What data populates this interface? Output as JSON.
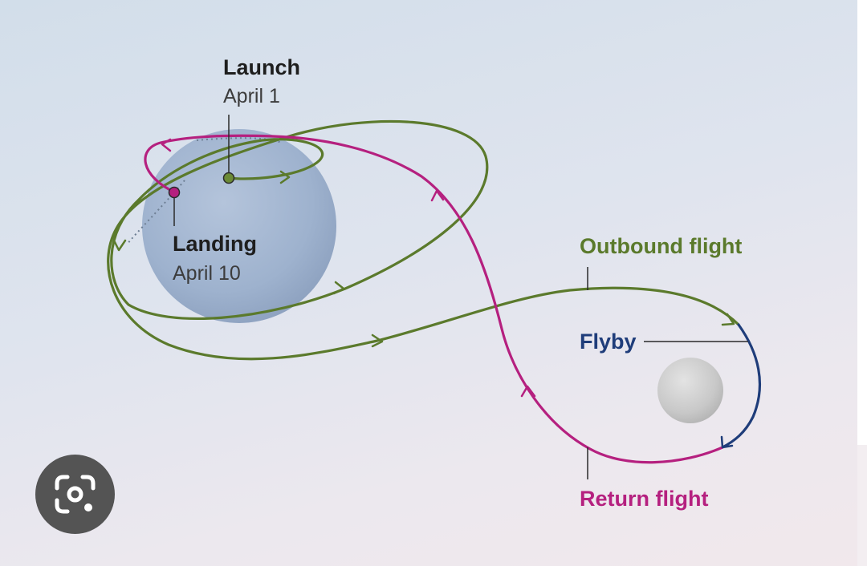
{
  "labels": {
    "launch": {
      "title": "Launch",
      "date": "April 1"
    },
    "landing": {
      "title": "Landing",
      "date": "April 10"
    },
    "outbound": "Outbound flight",
    "flyby": "Flyby",
    "return": "Return flight"
  },
  "colors": {
    "outbound": "#5b7a2c",
    "return": "#b5207f",
    "flyby": "#1f3d7a",
    "earth": "#9fb3cf",
    "moon": "#c9c9c9",
    "text_dark": "#1e1e1e",
    "text_mid": "#3c3c3c"
  },
  "icons": {
    "lens": "google-lens-icon"
  }
}
